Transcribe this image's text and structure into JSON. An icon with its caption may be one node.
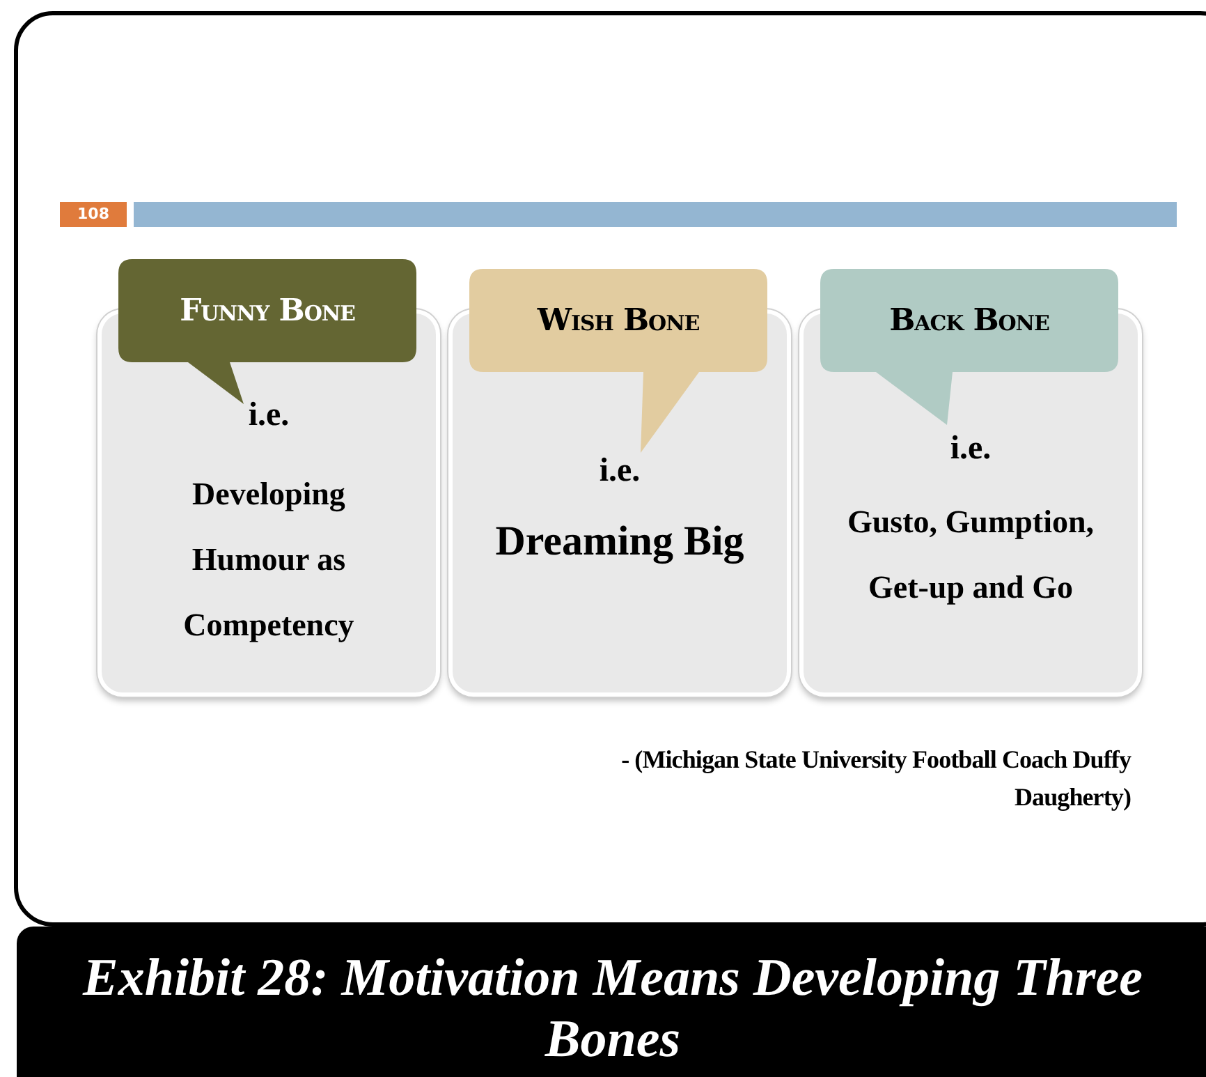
{
  "diagram": {
    "caption": "Exhibit 28:  Motivation Means Developing Three Bones",
    "nodes": [
      {
        "text": [
          "Funny Bone"
        ]
      },
      {
        "text": [
          "i.e.",
          "Developing Humour as Competency"
        ]
      },
      {
        "text": [
          "Wish Bone"
        ]
      },
      {
        "text": [
          "i.e.",
          "Dreaming Big"
        ]
      },
      {
        "text": [
          "Back Bone"
        ]
      },
      {
        "text": [
          "i.e.",
          "Gusto, Gumption, Get-up and Go"
        ]
      }
    ],
    "labels": [
      "108",
      "- (Michigan State University Football Coach Duffy Daugherty)"
    ]
  }
}
